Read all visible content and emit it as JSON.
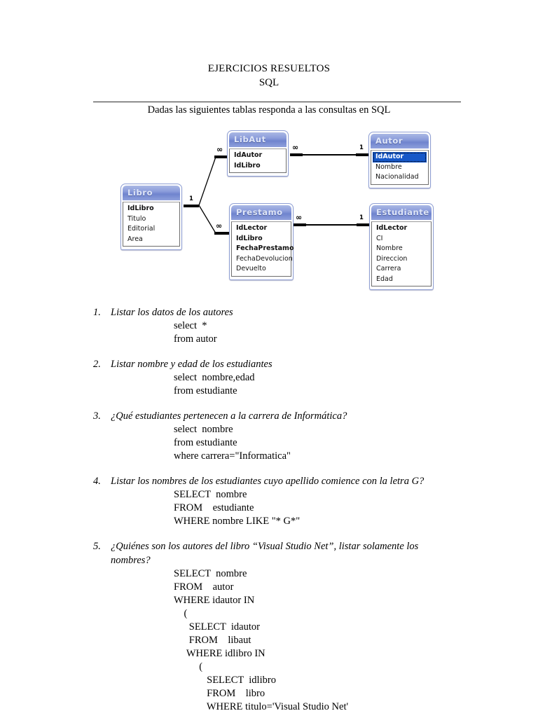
{
  "document": {
    "title_line1": "EJERCICIOS RESUELTOS",
    "title_line2": "SQL",
    "lead": "Dadas las siguientes tablas responda a las consultas en SQL"
  },
  "diagram": {
    "tables": [
      {
        "name": "Libro",
        "fields": [
          {
            "label": "IdLibro",
            "pk": true,
            "selected": false
          },
          {
            "label": "Titulo",
            "pk": false,
            "selected": false
          },
          {
            "label": "Editorial",
            "pk": false,
            "selected": false
          },
          {
            "label": "Area",
            "pk": false,
            "selected": false
          }
        ]
      },
      {
        "name": "LibAut",
        "fields": [
          {
            "label": "IdAutor",
            "pk": true,
            "selected": false
          },
          {
            "label": "IdLibro",
            "pk": true,
            "selected": false
          }
        ]
      },
      {
        "name": "Prestamo",
        "fields": [
          {
            "label": "IdLector",
            "pk": true,
            "selected": false
          },
          {
            "label": "IdLibro",
            "pk": true,
            "selected": false
          },
          {
            "label": "FechaPrestamo",
            "pk": true,
            "selected": false
          },
          {
            "label": "FechaDevolucion",
            "pk": false,
            "selected": false
          },
          {
            "label": "Devuelto",
            "pk": false,
            "selected": false
          }
        ]
      },
      {
        "name": "Autor",
        "fields": [
          {
            "label": "IdAutor",
            "pk": true,
            "selected": true
          },
          {
            "label": "Nombre",
            "pk": false,
            "selected": false
          },
          {
            "label": "Nacionalidad",
            "pk": false,
            "selected": false
          }
        ]
      },
      {
        "name": "Estudiante",
        "fields": [
          {
            "label": "IdLector",
            "pk": true,
            "selected": false
          },
          {
            "label": "CI",
            "pk": false,
            "selected": false
          },
          {
            "label": "Nombre",
            "pk": false,
            "selected": false
          },
          {
            "label": "Direccion",
            "pk": false,
            "selected": false
          },
          {
            "label": "Carrera",
            "pk": false,
            "selected": false
          },
          {
            "label": "Edad",
            "pk": false,
            "selected": false
          }
        ]
      }
    ],
    "cardinalities": {
      "one": "1",
      "many": "∞"
    },
    "relationships": [
      {
        "from": "Libro",
        "to": "LibAut",
        "from_card": "1",
        "to_card": "∞"
      },
      {
        "from": "Libro",
        "to": "Prestamo",
        "from_card": "1",
        "to_card": "∞"
      },
      {
        "from": "LibAut",
        "to": "Autor",
        "from_card": "∞",
        "to_card": "1"
      },
      {
        "from": "Prestamo",
        "to": "Estudiante",
        "from_card": "∞",
        "to_card": "1"
      }
    ],
    "colors": {
      "header_gradient_top": "#aab8e4",
      "header_gradient_mid": "#6f84ce",
      "table_border": "#8f9fd4",
      "header_text": "#dfe6f8",
      "selection_fill": "#1658c8",
      "selection_text": "#ffffff"
    }
  },
  "exercises": [
    {
      "number": "1.",
      "question": "Listar los datos de los autores",
      "sql": "select  *\nfrom autor"
    },
    {
      "number": "2.",
      "question": "Listar nombre y edad de los estudiantes",
      "sql": "select  nombre,edad\nfrom estudiante"
    },
    {
      "number": "3.",
      "question": "¿Qué estudiantes pertenecen a la carrera de Informática?",
      "sql": "select  nombre\nfrom estudiante\nwhere carrera=\"Informatica\""
    },
    {
      "number": "4.",
      "question": "Listar los nombres de los estudiantes cuyo apellido comience con la letra G?",
      "sql": "SELECT  nombre\nFROM    estudiante\nWHERE nombre LIKE \"* G*\""
    },
    {
      "number": "5.",
      "question": "¿Quiénes son los autores del libro “Visual Studio Net”, listar solamente los nombres?",
      "sql": "SELECT  nombre\nFROM    autor\nWHERE idautor IN\n    (\n      SELECT  idautor\n      FROM    libaut\n     WHERE idlibro IN\n          (\n             SELECT  idlibro\n             FROM    libro\n             WHERE titulo='Visual Studio Net'"
    }
  ]
}
